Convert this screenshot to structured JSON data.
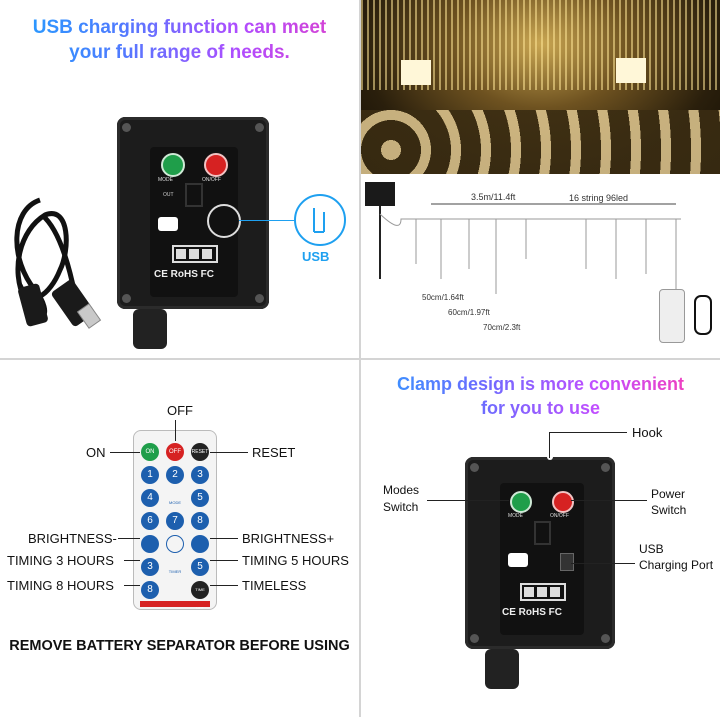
{
  "top_left": {
    "headline_line1": "USB charging function can meet",
    "headline_line2": "your full range of needs.",
    "usb_badge": "USB",
    "device": {
      "mode_label": "MODE",
      "onoff_label": "ON/OFF",
      "out_label": "OUT",
      "cert_text": "CE RoHS FC"
    }
  },
  "top_right": {
    "length_label": "3.5m/11.4ft",
    "string_label": "16 string 96led",
    "drop1": "50cm/1.64ft",
    "drop2": "60cm/1.97ft",
    "drop3": "70cm/2.3ft"
  },
  "bottom_left": {
    "off": "OFF",
    "on": "ON",
    "reset": "RESET",
    "brightness_minus": "BRIGHTNESS-",
    "brightness_plus": "BRIGHTNESS+",
    "timing3": "TIMING 3 HOURS",
    "timing5": "TIMING 5 HOURS",
    "timing8": "TIMING 8 HOURS",
    "timeless": "TIMELESS",
    "note": "REMOVE BATTERY SEPARATOR BEFORE USING",
    "remote_buttons": {
      "on": "ON",
      "off": "OFF",
      "reset": "RESET",
      "n1": "1",
      "n2": "2",
      "n3": "3",
      "n4": "4",
      "n5": "5",
      "n6": "6",
      "n7": "7",
      "n8": "8",
      "mode": "MODE",
      "t3": "3",
      "t5": "5",
      "t8": "8",
      "timer": "TIMER",
      "tl": "TIME OFF"
    }
  },
  "bottom_right": {
    "headline_line1": "Clamp design is more convenient",
    "headline_line2": "for you to use",
    "hook": "Hook",
    "modes_switch_1": "Modes",
    "modes_switch_2": "Switch",
    "power_switch_1": "Power",
    "power_switch_2": "Switch",
    "usb_port_1": "USB",
    "usb_port_2": "Charging Port",
    "device": {
      "mode_label": "MODE",
      "onoff_label": "ON/OFF",
      "cert_text": "CE RoHS FC"
    }
  },
  "colors": {
    "device_body": "#1c1c1c",
    "usb_blue": "#1ea0f0",
    "green_btn": "#1f9e4a",
    "red_btn": "#d62222"
  }
}
